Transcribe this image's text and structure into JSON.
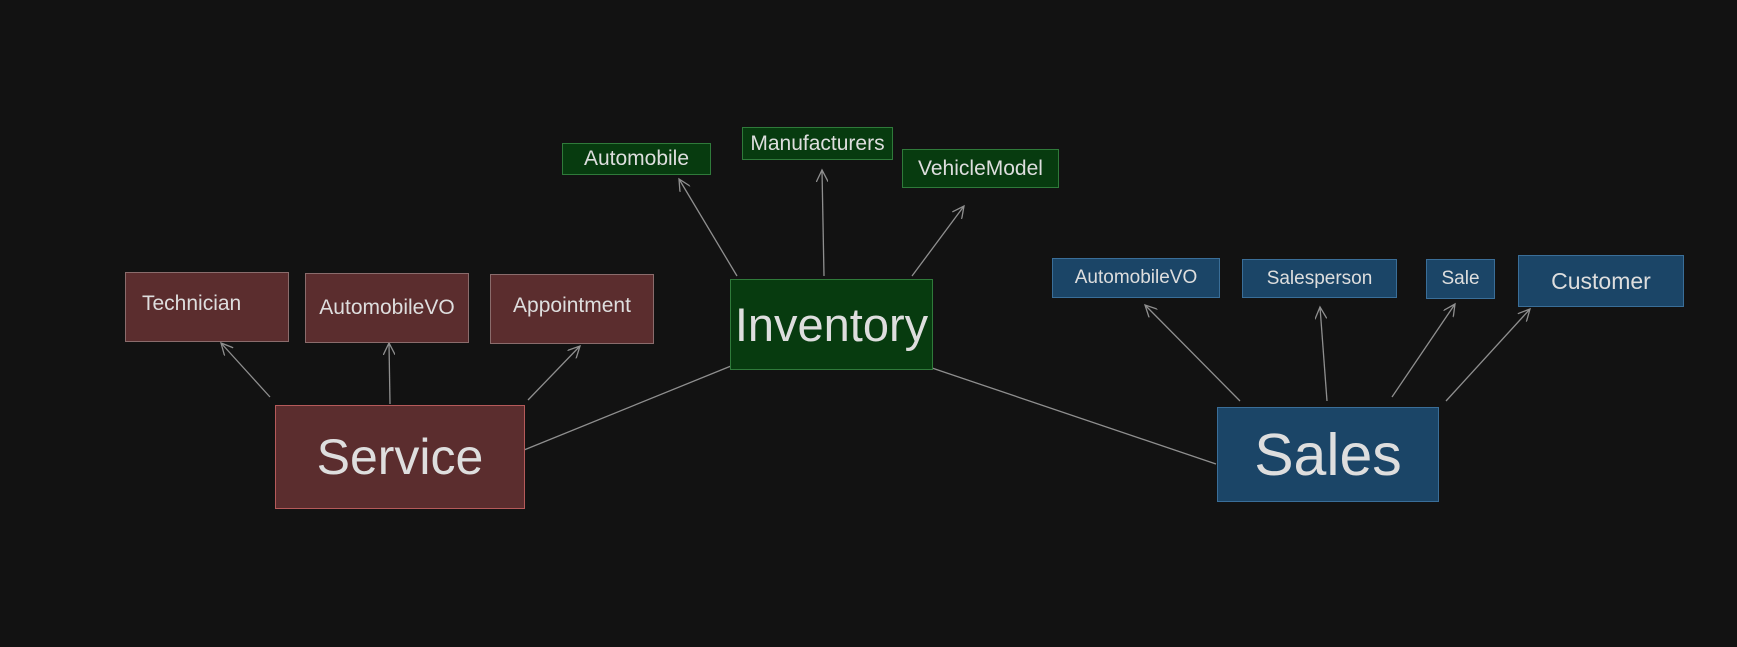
{
  "colors": {
    "background": "#121212",
    "service_fill": "#5b2d2e",
    "inventory_fill": "#073b0f",
    "sales_fill": "#1b4567",
    "edge": "#8f8f8f",
    "text": "#dedede"
  },
  "inventory": {
    "title": "Inventory",
    "children": [
      "Automobile",
      "Manufacturers",
      "VehicleModel"
    ]
  },
  "service": {
    "title": "Service",
    "children": [
      "Technician",
      "AutomobileVO",
      "Appointment"
    ]
  },
  "sales": {
    "title": "Sales",
    "children": [
      "AutomobileVO",
      "Salesperson",
      "Sale",
      "Customer"
    ]
  }
}
